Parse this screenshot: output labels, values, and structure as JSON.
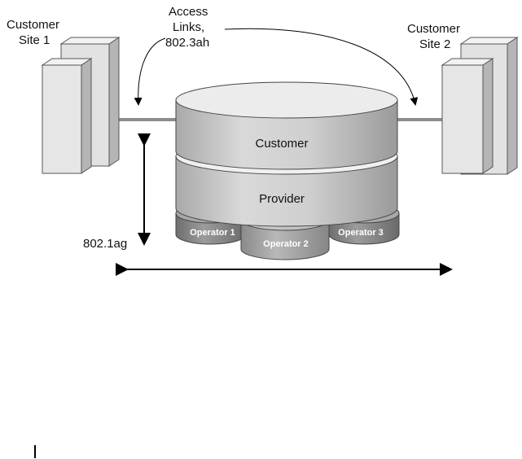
{
  "labels": {
    "site1_line1": "Customer",
    "site1_line2": "Site 1",
    "site2_line1": "Customer",
    "site2_line2": "Site 2",
    "access_line1": "Access",
    "access_line2": "Links,",
    "access_line3": "802.3ah",
    "customer_layer": "Customer",
    "provider_layer": "Provider",
    "operator1": "Operator 1",
    "operator2": "Operator 2",
    "operator3": "Operator 3",
    "standard_vertical": "802.1ag"
  },
  "colors": {
    "server_face": "#e2e2e2",
    "server_side": "#b5b5b5",
    "customer_disk": "#e6e6e6",
    "provider_disk": "#d0d0d0",
    "operator_disk": "#8a8a8a",
    "link_line": "#8c8c8c",
    "arrow": "#000000"
  }
}
